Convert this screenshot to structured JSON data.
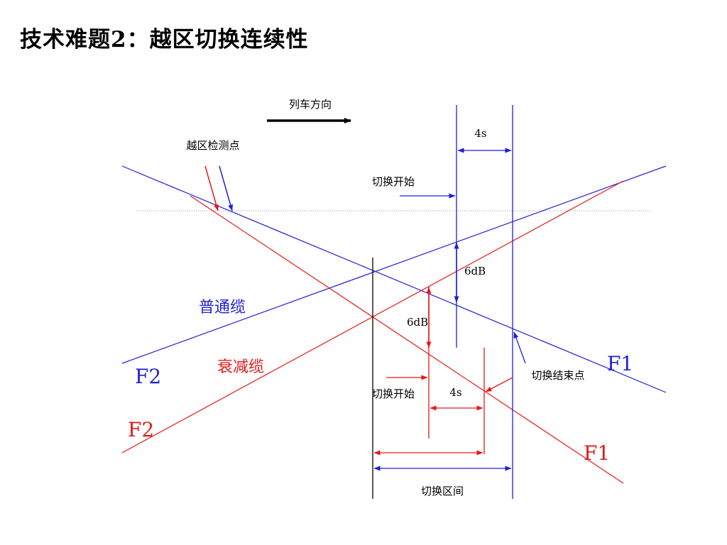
{
  "slide": {
    "title": "技术难题2：越区切换连续性"
  },
  "diagram": {
    "train_direction_label": "列车方向",
    "detection_point_label": "越区检测点",
    "blue_gap_label": "4s",
    "blue_handover_start_label": "切换开始",
    "blue_db_label": "6dB",
    "red_db_label": "6dB",
    "red_handover_start_label": "切换开始",
    "red_gap_label": "4s",
    "handover_end_label": "切换结束点",
    "handover_interval_label": "切换区间",
    "blue_cable_label": "普通缆",
    "red_cable_label": "衰减缆",
    "blue_f2_label": "F2",
    "blue_f1_label": "F1",
    "red_f2_label": "F2",
    "red_f1_label": "F1",
    "colors": {
      "blue": "#1f1fd6",
      "red": "#e31a1a",
      "black": "#000000",
      "dotted": "#9a9a9a"
    }
  }
}
